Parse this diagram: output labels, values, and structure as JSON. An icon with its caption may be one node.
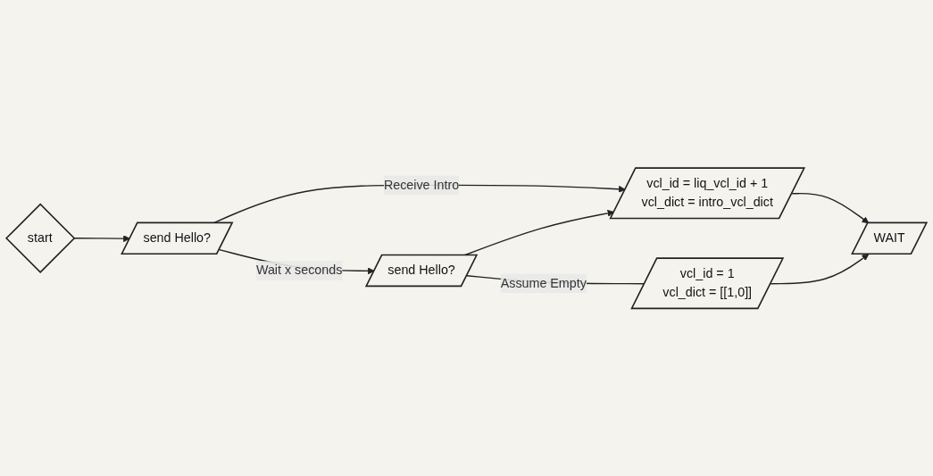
{
  "diagram": {
    "nodes": [
      {
        "text": [
          "start"
        ]
      },
      {
        "text": [
          "send Hello?"
        ]
      },
      {
        "text": [
          "vcl_id = liq_vcl_id + 1",
          "vcl_dict = intro_vcl_dict"
        ]
      },
      {
        "text": [
          "WAIT"
        ]
      },
      {
        "text": [
          "send Hello?"
        ]
      },
      {
        "text": [
          "vcl_id = 1",
          "vcl_dict = [[1,0]]"
        ]
      }
    ],
    "edges": [
      {
        "from": 0,
        "to": 1,
        "arrow": "to"
      },
      {
        "from": 1,
        "to": 2,
        "arrow": "to",
        "label": "Receive Intro"
      },
      {
        "from": 1,
        "to": 4,
        "arrow": "to",
        "label": "Wait x seconds"
      },
      {
        "from": 4,
        "to": 2,
        "arrow": "to"
      },
      {
        "from": 2,
        "to": 3,
        "arrow": "to"
      },
      {
        "from": 4,
        "to": 5,
        "arrow": "none",
        "label": "Assume Empty"
      },
      {
        "from": 5,
        "to": 3,
        "arrow": "to"
      }
    ]
  }
}
